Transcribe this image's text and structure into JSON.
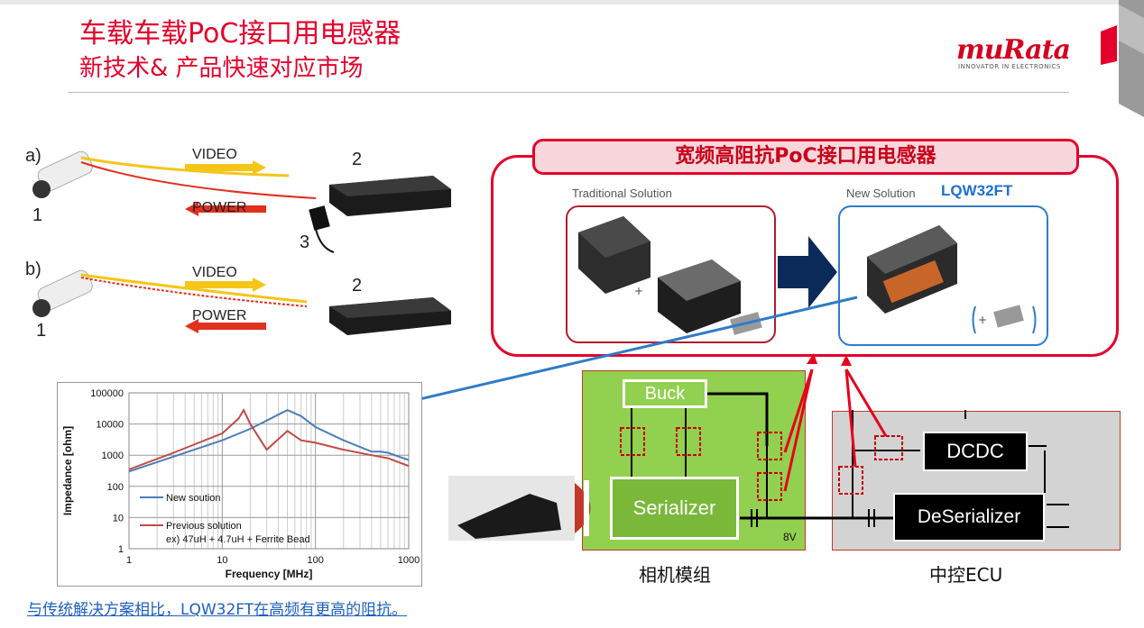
{
  "slide": {
    "title_line1": "车载车载PoC接口用电感器",
    "title_line2": "新技术& 产品快速对应市场"
  },
  "logo": {
    "name": "muRata",
    "tagline": "INNOVATOR IN ELECTRONICS",
    "color": "#d4001f"
  },
  "left_diagram": {
    "a": {
      "label": "a)",
      "video": "VIDEO",
      "power": "POWER",
      "n1": "1",
      "n2": "2",
      "n3": "3"
    },
    "b": {
      "label": "b)",
      "video": "VIDEO",
      "power": "POWER",
      "n1": "1",
      "n2": "2"
    }
  },
  "solution_panel": {
    "title": "宽频高阻抗PoC接口用电感器",
    "traditional_label": "Traditional Solution",
    "new_label": "New Solution",
    "part_number": "LQW32FT",
    "plus": "+"
  },
  "circuit": {
    "buck": "Buck",
    "serializer": "Serializer",
    "dcdc": "DCDC",
    "deserializer": "DeSerializer",
    "voltage": "8V",
    "camera_module": "相机模组",
    "ecu": "中控ECU"
  },
  "chart_data": {
    "type": "line",
    "xlabel": "Frequency [MHz]",
    "ylabel": "Impedance [ohm]",
    "x_scale": "log",
    "y_scale": "log",
    "xlim": [
      1,
      1000
    ],
    "ylim": [
      1,
      100000
    ],
    "x_ticks": [
      "1",
      "10",
      "100",
      "1000"
    ],
    "y_ticks": [
      "1",
      "10",
      "100",
      "1000",
      "10000",
      "100000"
    ],
    "grid": true,
    "legend_position": "bottom-left",
    "series": [
      {
        "name": "New soution",
        "color": "#4a7ebb",
        "x": [
          1,
          3,
          10,
          20,
          40,
          50,
          70,
          100,
          200,
          400,
          500,
          600,
          1000
        ],
        "y": [
          300,
          900,
          3000,
          7000,
          20000,
          28000,
          18000,
          8000,
          3000,
          1300,
          1300,
          1200,
          700
        ]
      },
      {
        "name": "Previous solution",
        "color": "#be4b48",
        "x": [
          1,
          3,
          10,
          15,
          17,
          20,
          30,
          50,
          70,
          100,
          200,
          400,
          600,
          1000
        ],
        "y": [
          350,
          1200,
          5000,
          15000,
          28000,
          10000,
          1500,
          6000,
          3000,
          2500,
          1500,
          1000,
          800,
          450
        ]
      }
    ],
    "annotation": "ex) 47uH + 4.7uH + Ferrite Bead"
  },
  "caption": "与传统解决方案相比，LQW32FT在高频有更高的阻抗。"
}
